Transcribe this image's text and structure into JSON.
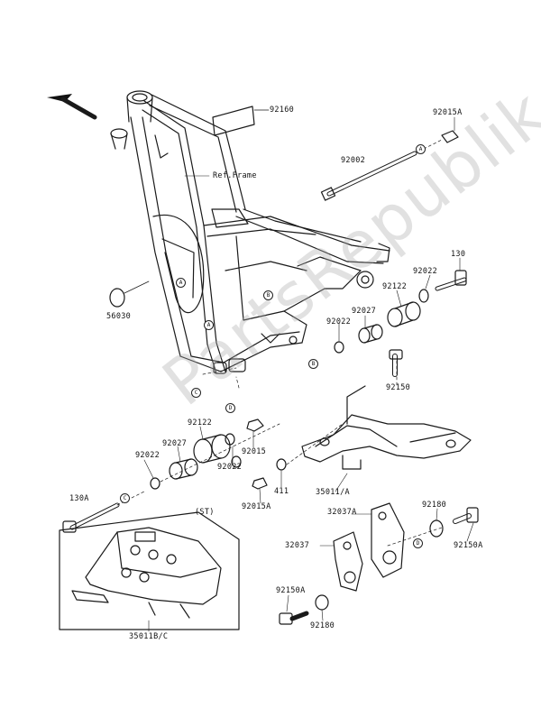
{
  "watermark": "PartsRepublik",
  "labels": {
    "p92160": "92160",
    "ref_frame": "Ref.Frame",
    "p92015A_top": "92015A",
    "p92002": "92002",
    "p130": "130",
    "p92022_r": "92022",
    "p92122_r": "92122",
    "p92027_r": "92027",
    "p92022_m": "92022",
    "p56030": "56030",
    "p92150": "92150",
    "p92122_l": "92122",
    "p92027_l": "92027",
    "p92015": "92015",
    "p92022_l": "92022",
    "p92022_l2": "92022",
    "p411": "411",
    "p35011A": "35011/A",
    "p92015A_bot": "92015A",
    "p130A": "130A",
    "st": "(ST)",
    "p32037A": "32037A",
    "p92180": "92180",
    "p32037": "32037",
    "p92150A_r": "92150A",
    "p92150A_b": "92150A",
    "p92180_b": "92180",
    "p35011BC": "35011B/C"
  },
  "markers": {
    "a": "A",
    "b": "B",
    "c": "C",
    "d": "D"
  },
  "colors": {
    "line": "#1a1a1a",
    "paper": "#ffffff",
    "watermark": "#aaaaaa"
  }
}
